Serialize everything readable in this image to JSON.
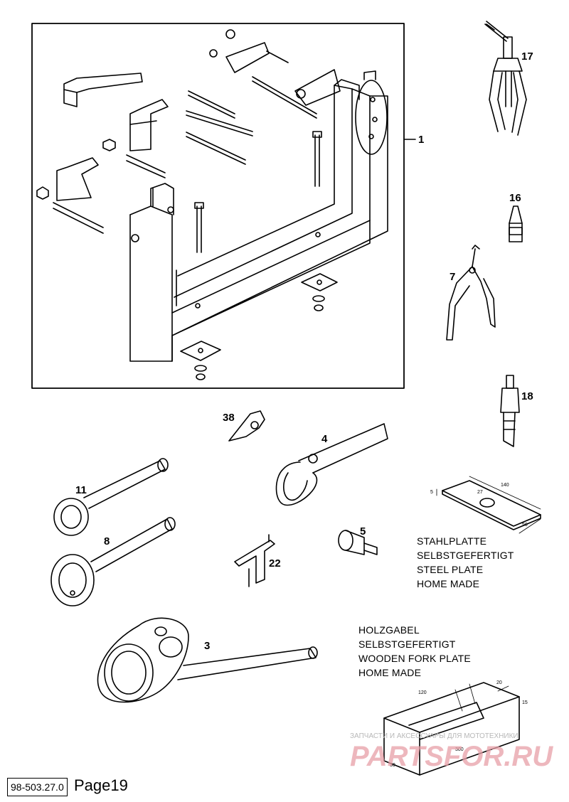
{
  "callouts": {
    "c1": "1",
    "c17": "17",
    "c16": "16",
    "c7": "7",
    "c18": "18",
    "c38": "38",
    "c4": "4",
    "c11": "11",
    "c8": "8",
    "c5": "5",
    "c22": "22",
    "c3": "3"
  },
  "steel_plate": {
    "lines": [
      "STAHLPLATTE",
      "SELBSTGEFERTIGT",
      "STEEL PLATE",
      "HOME MADE"
    ],
    "dims": {
      "thickness": "5",
      "hole": "27",
      "length": "140",
      "width": "50"
    }
  },
  "wooden_fork_plate": {
    "lines": [
      "HOLZGABEL",
      "SELBSTGEFERTIGT",
      "WOODEN FORK PLATE",
      "HOME MADE"
    ],
    "dims": {
      "a": "120",
      "b": "20",
      "c": "15",
      "d": "300",
      "e": "30"
    }
  },
  "footer": {
    "code": "98-503.27.0",
    "page": "Page19"
  },
  "watermark": {
    "small": "ЗАПЧАСТИ И АКСЕССУАРЫ ДЛЯ МОТОТЕХНИКИ",
    "big": "PARTSFOR.RU"
  },
  "colors": {
    "line": "#000000",
    "watermark": "#e8a0a8"
  }
}
